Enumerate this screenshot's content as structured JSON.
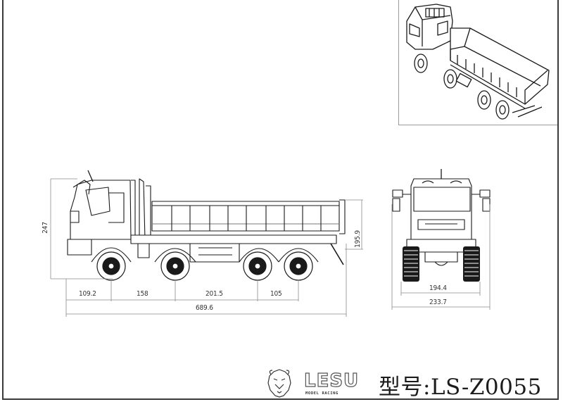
{
  "drawing": {
    "type": "technical dimension drawing",
    "views": [
      "isometric",
      "side",
      "front"
    ],
    "units_implied": "mm"
  },
  "side_view": {
    "overall_height": "247",
    "bed_height": "195.9",
    "segments": [
      {
        "label": "109.2"
      },
      {
        "label": "158"
      },
      {
        "label": "201.5"
      },
      {
        "label": "105"
      }
    ],
    "overall_length": "689.6"
  },
  "front_view": {
    "track_width": "194.4",
    "overall_width": "233.7"
  },
  "title_block": {
    "brand": "LESU",
    "brand_subtitle": "MODEL RACING",
    "model_label": "型号:LS-Z0055",
    "model_number": "LS-Z0055"
  },
  "colors": {
    "line": "#1a1a1a",
    "dimension_line": "#8a8a8a",
    "frame": "#3a3a3a",
    "background": "#ffffff"
  }
}
